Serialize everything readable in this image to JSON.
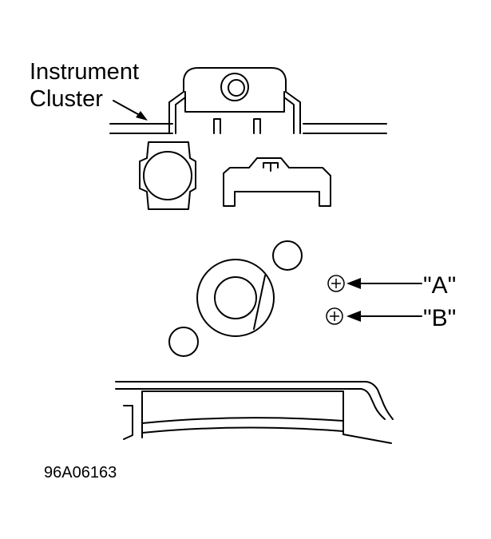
{
  "labels": {
    "instrument": "Instrument",
    "cluster": "Cluster",
    "screw_a": "\"A\"",
    "screw_b": "\"B\"",
    "figure_id": "96A06163"
  },
  "icons": {
    "screw_a": "phillips-screw-icon",
    "screw_b": "phillips-screw-icon"
  }
}
